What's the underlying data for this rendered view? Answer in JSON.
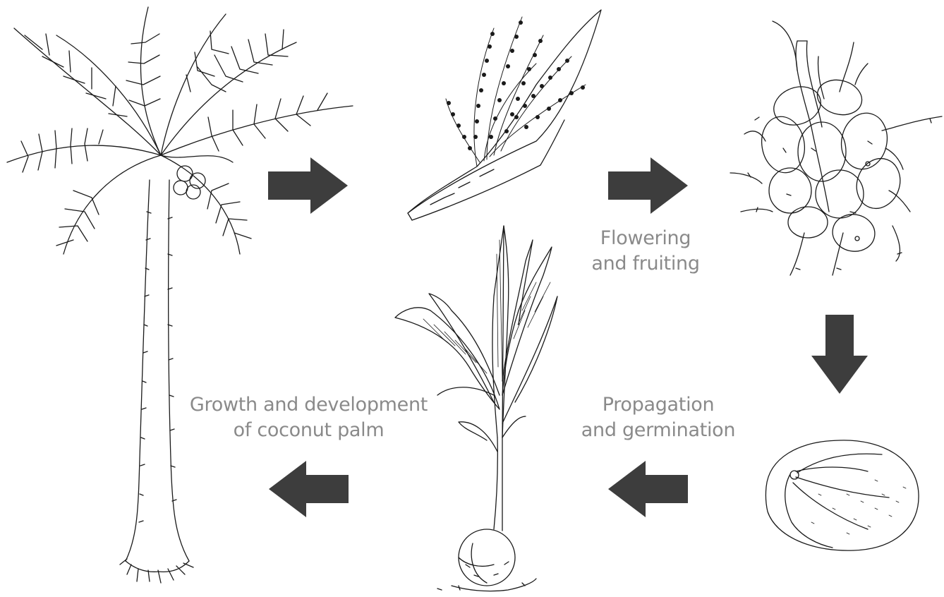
{
  "stages": [
    {
      "id": "flowering",
      "line1": "Flowering",
      "line2": "and fruiting"
    },
    {
      "id": "propagation",
      "line1": "Propagation",
      "line2": "and germination"
    },
    {
      "id": "growth",
      "line1": "Growth and development",
      "line2": "of coconut palm"
    }
  ],
  "illustrations": [
    "coconut-palm-tree-icon",
    "inflorescence-icon",
    "coconut-bunch-icon",
    "coconut-fruit-icon",
    "coconut-seedling-icon"
  ],
  "arrows": [
    "right",
    "right",
    "down",
    "left",
    "left"
  ],
  "colors": {
    "arrow": "#3d3d3d",
    "label": "#8a8a8a",
    "ink": "#1a1a1a"
  }
}
